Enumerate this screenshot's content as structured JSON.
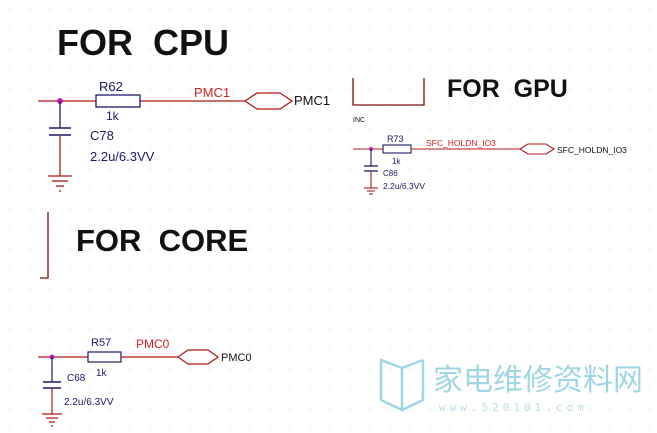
{
  "sections": {
    "cpu": {
      "heading": "FOR  CPU",
      "resistor": {
        "ref": "R62",
        "value": "1k"
      },
      "net_label": "PMC1",
      "port_label": "PMC1",
      "capacitor": {
        "ref": "C78",
        "value": "2.2u/6.3VV"
      }
    },
    "gpu": {
      "heading": "FOR  GPU",
      "pin_note": "INC",
      "resistor": {
        "ref": "R73",
        "value": "1k"
      },
      "net_label": "SFC_HOLDN_IO3",
      "port_label": "SFC_HOLDN_IO3",
      "capacitor": {
        "ref": "C86",
        "value": "2.2u/6.3VV"
      }
    },
    "core": {
      "heading": "FOR  CORE",
      "resistor": {
        "ref": "R57",
        "value": "1k"
      },
      "net_label": "PMC0",
      "port_label": "PMC0",
      "capacitor": {
        "ref": "C68",
        "value": "2.2u/6.3VV"
      }
    }
  },
  "watermark": {
    "text": "家电维修资料网",
    "url": "www.520101.com"
  },
  "colors": {
    "wire": "#b01818",
    "component": "#1a1a66",
    "net_label": "#d42020",
    "junction": "#c020c0",
    "watermark": "#9fd6e6"
  }
}
